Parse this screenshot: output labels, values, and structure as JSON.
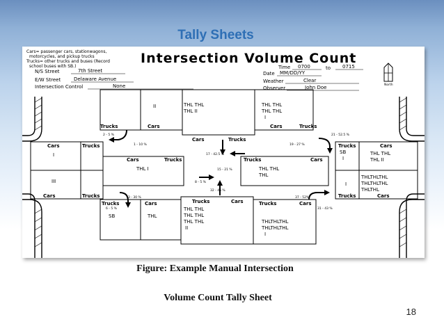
{
  "slide": {
    "title": "Tally Sheets",
    "caption_line1": "Figure: Example Manual Intersection",
    "caption_line2": "Volume Count Tally Sheet",
    "page_number": "18"
  },
  "sheet": {
    "heading": "Intersection Volume Count",
    "note_lines": [
      "Cars= passenger cars, stationwagons,",
      "motorcycles, and pickup trucks",
      "Trucks= other trucks and buses (Record",
      "school buses with SB.)"
    ],
    "fields": {
      "ns_street_label": "N/S Street",
      "ns_street_value": "7th Street",
      "ew_street_label": "E/W Street",
      "ew_street_value": "Delaware Avenue",
      "control_label": "Intersection Control",
      "control_value": "None",
      "time_label": "Time",
      "time_from": "0700",
      "time_to_label": "to",
      "time_to": "0715",
      "date_label": "Date",
      "date_value": "MM/DD/YY",
      "weather_label": "Weather",
      "weather_value": "Clear",
      "observer_label": "Observer",
      "observer_value": "John Doe"
    },
    "north_arrow_label": "North",
    "labels": {
      "cars": "Cars",
      "trucks": "Trucks"
    },
    "tallies": {
      "north_left": "II",
      "north_mid_1": "THL THL",
      "north_mid_2": "THL II",
      "north_right_1": "THL THL",
      "north_right_2": "THL THL",
      "north_right_3": "I",
      "west_top": "I",
      "west_bottom": "III",
      "center_left": "THL I",
      "center_right_1": "THL THL",
      "center_right_2": "THL",
      "east_top_1": "THL THL",
      "east_top_2": "THL II",
      "east_top_sb_1": "SB",
      "east_top_sb_2": "I",
      "east_bottom_1": "THLTHLTHL",
      "east_bottom_2": "THLTHLTHL",
      "east_bottom_3": "THLTHL",
      "east_bottom_trk": "I",
      "south_left_sb": "SB",
      "south_left": "THL",
      "south_mid_1": "THL THL",
      "south_mid_2": "THL THL",
      "south_mid_3": "THL THL",
      "south_mid_4": "II",
      "south_right_1": "THLTHLTHL",
      "south_right_2": "THLTHLTHL",
      "south_right_3": "I"
    },
    "percentages": {
      "nw_upper": "2 - 5 %",
      "nw_lower": "1 - 10 %",
      "ne_upper": "21 - 52.5 %",
      "ne_lower": "19 - 27 %",
      "center_top": "17 - 42.5 %",
      "center_right": "15 - 21 %",
      "center_left": "8 - 5 %",
      "center_bottom": "32 - 45 %",
      "sw_upper": "3 - 30 %",
      "sw_lower": "6 - 5 %",
      "se_upper": "37 - 52%",
      "se_lower": "31 - 43 %"
    }
  }
}
